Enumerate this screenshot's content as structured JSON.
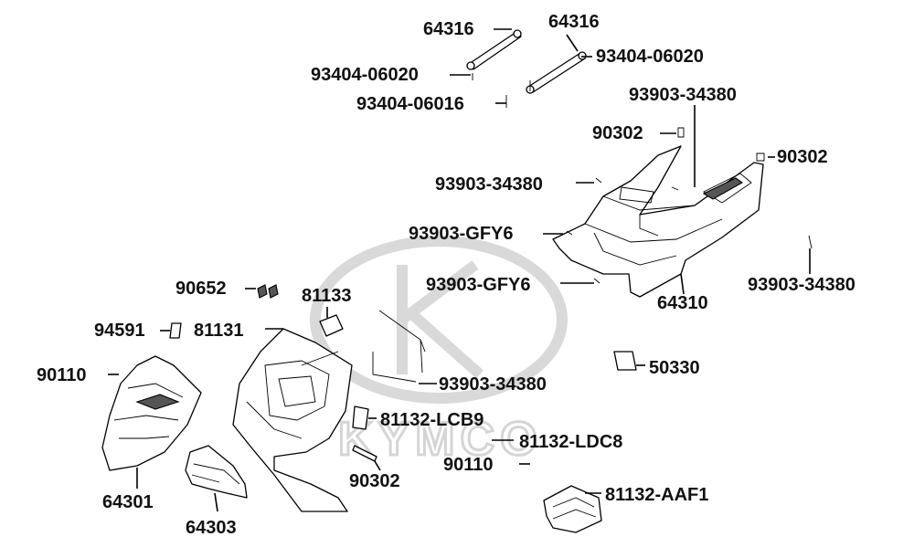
{
  "watermark": {
    "text": "KYMCO"
  },
  "labels": {
    "l64316a": "64316",
    "l64316b": "64316",
    "l93404a": "93404-06020",
    "l93404b": "93404-06020",
    "l93404c": "93404-06016",
    "l93903a": "93903-34380",
    "l90302a": "90302",
    "l90302b": "90302",
    "l93903b": "93903-34380",
    "lgfy6a": "93903-GFY6",
    "lgfy6b": "93903-GFY6",
    "l93903c": "93903-34380",
    "l64310": "64310",
    "l90652": "90652",
    "l81133": "81133",
    "l94591": "94591",
    "l81131": "81131",
    "l90110a": "90110",
    "l93903d": "93903-34380",
    "l50330": "50330",
    "llcb9": "81132-LCB9",
    "lldc8": "81132-LDC8",
    "l90110b": "90110",
    "l90302c": "90302",
    "laaf1": "81132-AAF1",
    "l64301": "64301",
    "l64303": "64303"
  }
}
